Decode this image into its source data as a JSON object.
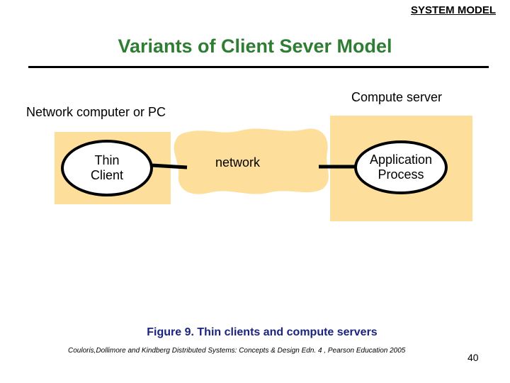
{
  "header": {
    "tag": "SYSTEM MODEL"
  },
  "title": "Variants of Client Sever Model",
  "diagram": {
    "pc_label": "Network computer or PC",
    "server_label": "Compute server",
    "thin_client": "Thin\nClient",
    "network": "network",
    "app_process": "Application\nProcess"
  },
  "colors": {
    "box_fill": "#fddf9b",
    "title": "#2e7d32",
    "caption": "#1a237e"
  },
  "caption": "Figure 9. Thin clients and compute servers",
  "citation": "Couloris,Dollimore and Kindberg  Distributed Systems: Concepts & Design  Edn. 4 , Pearson Education 2005",
  "page_number": "40"
}
